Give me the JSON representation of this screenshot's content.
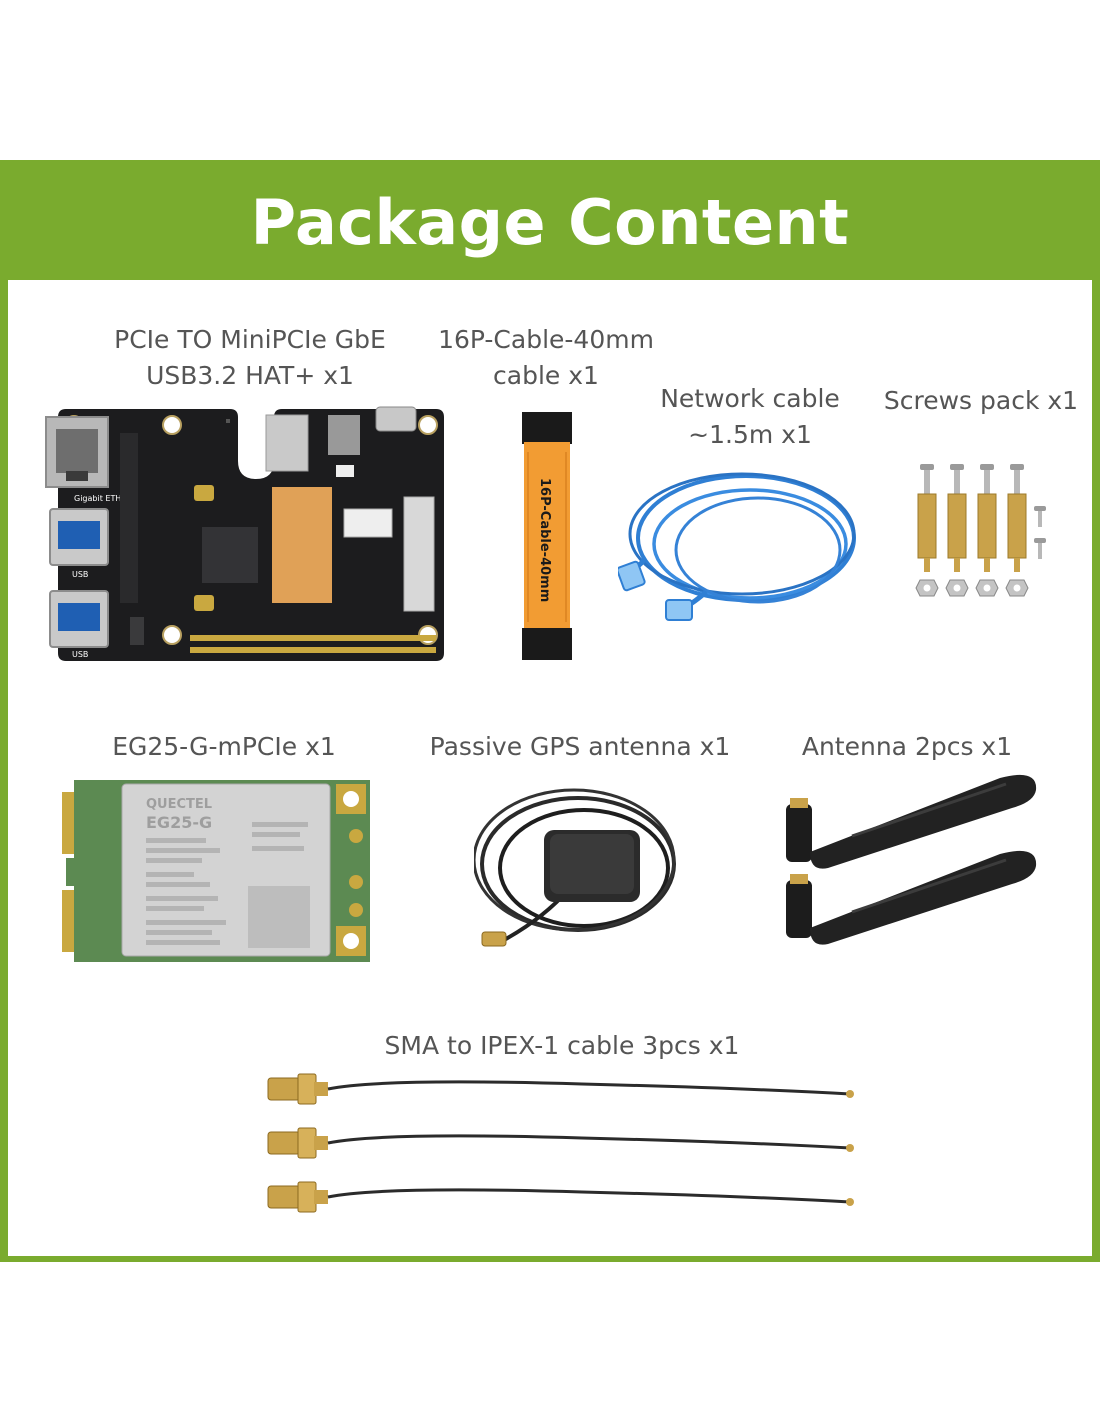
{
  "title": "Package Content",
  "colors": {
    "frame": "#7aab2e",
    "panel": "#ffffff",
    "label": "#555555",
    "title": "#ffffff"
  },
  "items": [
    {
      "line1": "PCIe TO MiniPCIe GbE",
      "line2": "USB3.2 HAT+ x1",
      "icon": "pcb-hat-board"
    },
    {
      "line1": "16P-Cable-40mm",
      "line2": "cable x1",
      "icon": "flex-cable",
      "print": "16P-Cable-40mm"
    },
    {
      "line1": "Network cable",
      "line2": "~1.5m x1",
      "icon": "network-cable"
    },
    {
      "line1": "Screws pack x1",
      "icon": "screws-pack"
    },
    {
      "line1": "EG25-G-mPCIe x1",
      "icon": "mpcie-module",
      "print": "EG25-G"
    },
    {
      "line1": "Passive GPS antenna x1",
      "icon": "gps-antenna"
    },
    {
      "line1": "Antenna 2pcs x1",
      "icon": "lte-antenna"
    },
    {
      "line1": "SMA to IPEX-1 cable 3pcs x1",
      "icon": "sma-ipex-cable"
    }
  ],
  "board_labels": {
    "eth": "Gigabit ETH",
    "usb": "USB"
  }
}
